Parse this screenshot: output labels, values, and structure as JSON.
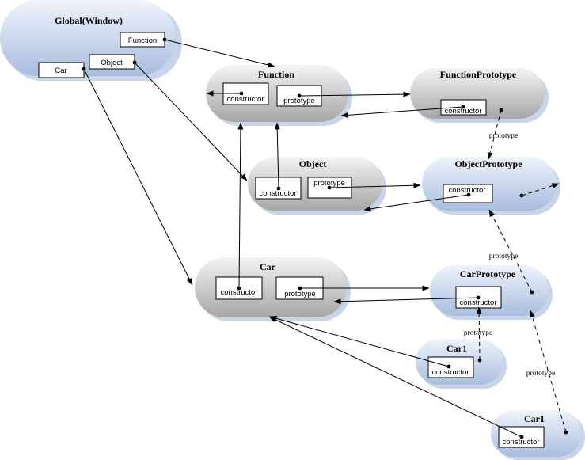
{
  "nodes": {
    "global": {
      "title": "Global(Window)",
      "fields": {
        "function": "Function",
        "object": "Object",
        "car": "Car"
      }
    },
    "function": {
      "title": "Function",
      "fields": {
        "constructor": "constructor",
        "prototype": "prototype"
      }
    },
    "function_prototype": {
      "title": "FunctionPrototype",
      "fields": {
        "constructor": "constructor"
      }
    },
    "object": {
      "title": "Object",
      "fields": {
        "constructor": "constructor",
        "prototype": "prototype"
      }
    },
    "object_prototype": {
      "title": "ObjectPrototype",
      "fields": {
        "constructor": "constructor"
      }
    },
    "car": {
      "title": "Car",
      "fields": {
        "constructor": "constructor",
        "prototype": "prototype"
      }
    },
    "car_prototype": {
      "title": "CarPrototype",
      "fields": {
        "constructor": "constructor"
      }
    },
    "car1_a": {
      "title": "Car1",
      "fields": {
        "constructor": "constructor"
      }
    },
    "car1_b": {
      "title": "Car1",
      "fields": {
        "constructor": "constructor"
      }
    }
  },
  "edge_labels": {
    "function_prototype_to_object_prototype": "prototype",
    "car_prototype_to_object_prototype": "prototype",
    "car1_a_to_car_prototype": "prototype",
    "car1_b_to_car_prototype": "prototype"
  },
  "colors": {
    "gray_node_top": "#f6f6f6",
    "gray_node_bottom": "#a8a8a8",
    "blue_node_top": "#eef3fb",
    "blue_node_bottom": "#a9bedf",
    "shadow": "#c9d4e8"
  }
}
